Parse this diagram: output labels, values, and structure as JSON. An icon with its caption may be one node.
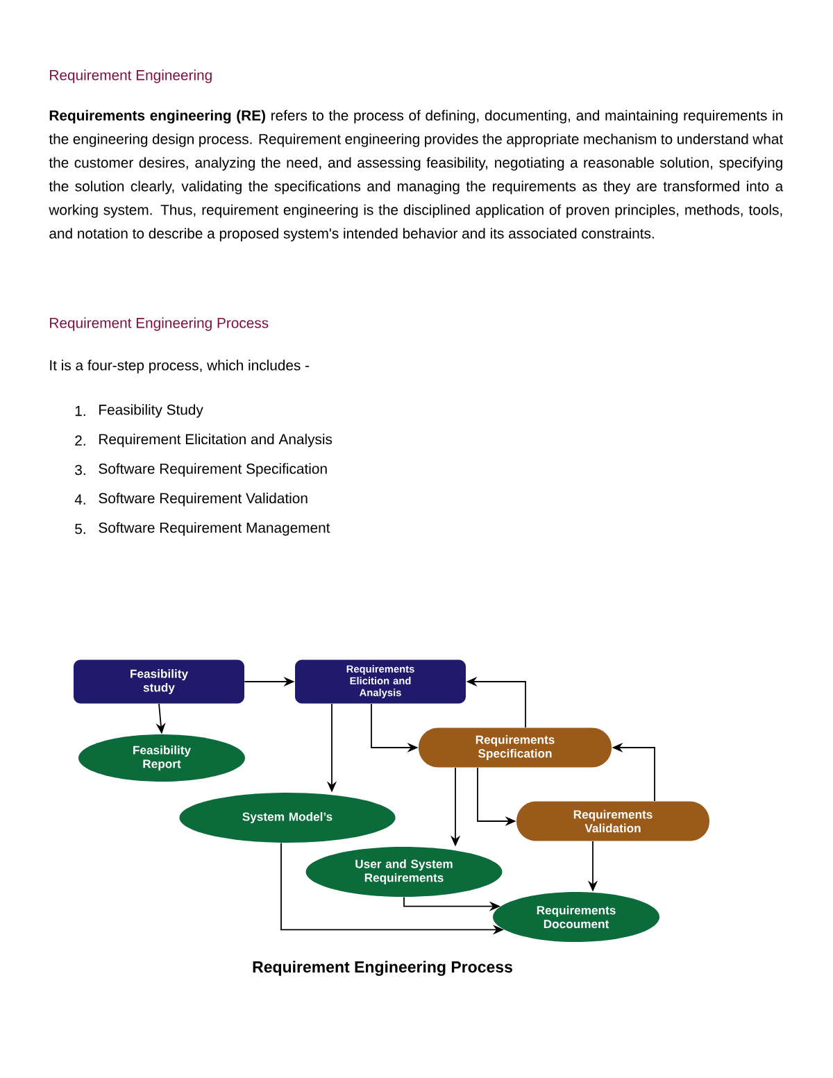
{
  "diagram": {
    "title": "Requirement Engineering",
    "caption": "Requirement Engineering Process",
    "nodes": [
      {
        "text": [
          "Feasibility study"
        ]
      },
      {
        "text": [
          "Requirements Elicition and Analysis"
        ]
      },
      {
        "text": [
          "Feasibility Report"
        ]
      },
      {
        "text": [
          "Requirements Specification"
        ]
      },
      {
        "text": [
          "System Model’s"
        ]
      },
      {
        "text": [
          "Requirements Validation"
        ]
      },
      {
        "text": [
          "User and System Requirements"
        ]
      },
      {
        "text": [
          "Requirements Docoument"
        ]
      }
    ],
    "edges": [
      {
        "from": 0,
        "to": 1,
        "arrow": "to"
      },
      {
        "from": 0,
        "to": 2,
        "arrow": "to"
      },
      {
        "from": 1,
        "to": 4,
        "arrow": "to"
      },
      {
        "from": 1,
        "to": 3,
        "arrow": "to"
      },
      {
        "from": 3,
        "to": 1,
        "arrow": "to"
      },
      {
        "from": 3,
        "to": 6,
        "arrow": "to"
      },
      {
        "from": 3,
        "to": 5,
        "arrow": "to"
      },
      {
        "from": 5,
        "to": 3,
        "arrow": "to"
      },
      {
        "from": 5,
        "to": 7,
        "arrow": "to"
      },
      {
        "from": 6,
        "to": 7,
        "arrow": "to"
      },
      {
        "from": 4,
        "to": 7,
        "arrow": "to"
      }
    ],
    "labels": [
      "**Requirements engineering (RE)** refers to the process of defining, documenting, and maintaining requirements in the engineering design process. Requirement engineering provides the appropriate mechanism to understand what the customer desires, analyzing the need, and assessing feasibility, negotiating a reasonable solution, specifying the solution clearly, validating the specifications and managing the requirements as they are transformed into a working system. Thus, requirement engineering is the disciplined application of proven principles, methods, tools, and notation to describe a proposed system's intended behavior and its associated constraints.",
      "Requirement Engineering Process",
      "It is a four-step process, which includes -",
      "1.",
      "Feasibility Study",
      "2.",
      "Requirement Elicitation and Analysis",
      "3.",
      "Software Requirement Specification",
      "4.",
      "Software Requirement Validation",
      "5.",
      "Software Requirement Management"
    ]
  }
}
